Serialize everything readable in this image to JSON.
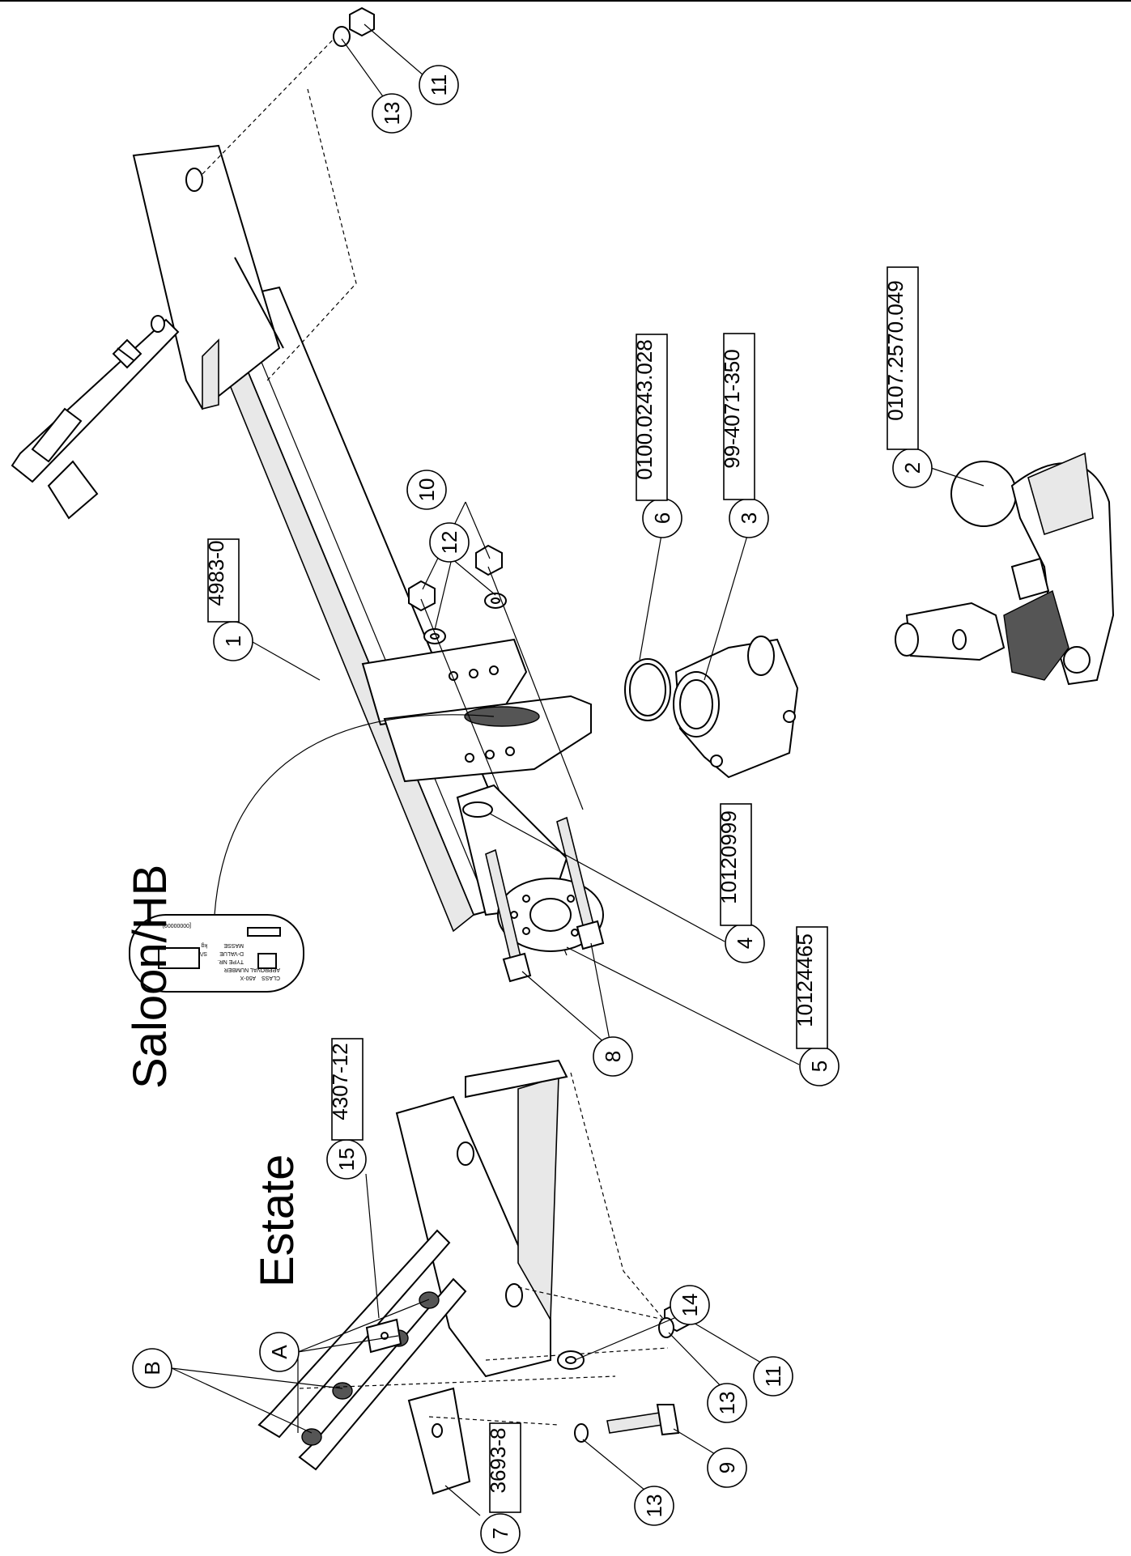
{
  "view_labels": {
    "saloon": "Saloon/HB",
    "estate": "Estate"
  },
  "bubbles": {
    "b1": "1",
    "b2": "2",
    "b3": "3",
    "b4": "4",
    "b5": "5",
    "b6": "6",
    "b7": "7",
    "b8": "8",
    "b9": "9",
    "b10": "10",
    "b11a": "11",
    "b11b": "11",
    "b12": "12",
    "b13a": "13",
    "b13b": "13",
    "b13c": "13",
    "b14": "14",
    "b15": "15",
    "bA": "A",
    "bB": "B"
  },
  "part_numbers": {
    "p1": "4983-0",
    "p2": "0107.2570.049",
    "p3": "99-4071-350",
    "p4": "10120999",
    "p5": "10124465",
    "p6": "0100.0243.028",
    "p7": "3693-8",
    "p15": "4307-12"
  },
  "plate_text": {
    "line1": "CLASS",
    "line2": "A50-X",
    "line3": "APPROVAL NUMBER",
    "line4": "TYPE NR.",
    "line5": "D-VALUE",
    "line6": "MASSE",
    "line7": "S/V",
    "line8": "kg",
    "line9": "[00000000]"
  }
}
